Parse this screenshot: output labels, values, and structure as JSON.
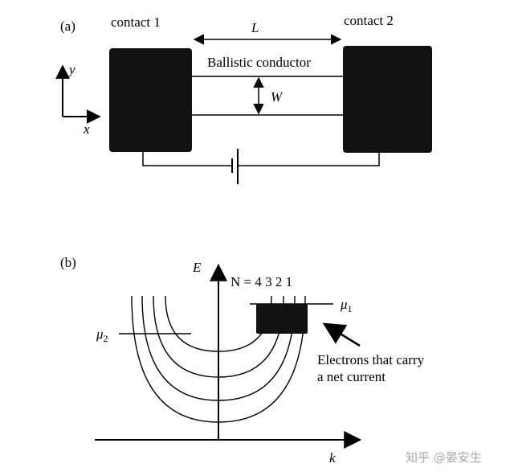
{
  "panel_a": {
    "panel_label": "(a)",
    "contact1_label": "contact 1",
    "contact2_label": "contact 2",
    "conductor_label": "Ballistic conductor",
    "length_label": "L",
    "width_label": "W",
    "axis_y_label": "y",
    "axis_x_label": "x"
  },
  "panel_b": {
    "panel_label": "(b)",
    "energy_axis_label": "E",
    "k_axis_label": "k",
    "mode_label": "N = 4 3 2 1",
    "mu1_label": "μ",
    "mu1_sub": "1",
    "mu2_label": "μ",
    "mu2_sub": "2",
    "annotation_line1": "Electrons that carry",
    "annotation_line2": "a net current"
  },
  "watermark": {
    "text": "知乎 @晏安生"
  }
}
